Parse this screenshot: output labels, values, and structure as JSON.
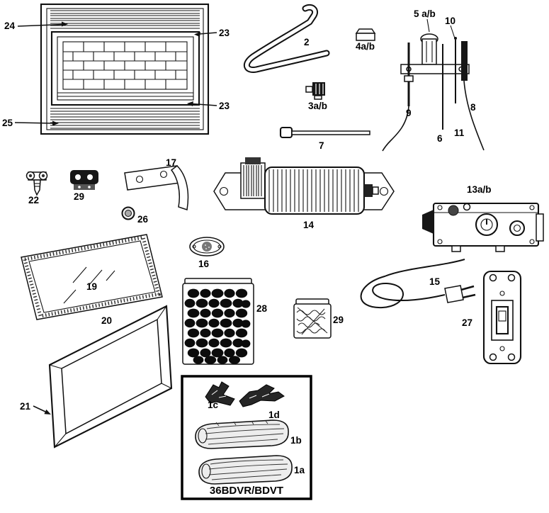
{
  "colors": {
    "ink": "#000000",
    "background": "#ffffff",
    "fill_dark": "#161616"
  },
  "labels": {
    "p24": "24",
    "p23_top": "23",
    "p23_bottom": "23",
    "p25": "25",
    "p2": "2",
    "p4ab": "4a/b",
    "p3ab": "3a/b",
    "p7": "7",
    "p5ab": "5 a/b",
    "p10": "10",
    "p9": "9",
    "p6": "6",
    "p8": "8",
    "p11": "11",
    "p22": "22",
    "p29_bracket": "29",
    "p17": "17",
    "p26": "26",
    "p14": "14",
    "p16": "16",
    "p13ab": "13a/b",
    "p19": "19",
    "p20": "20",
    "p21": "21",
    "p15": "15",
    "p28": "28",
    "p29_bag": "29",
    "p27": "27",
    "p1c": "1c",
    "p1d": "1d",
    "p1b": "1b",
    "p1a": "1a",
    "model": "36BDVR/BDVT"
  }
}
